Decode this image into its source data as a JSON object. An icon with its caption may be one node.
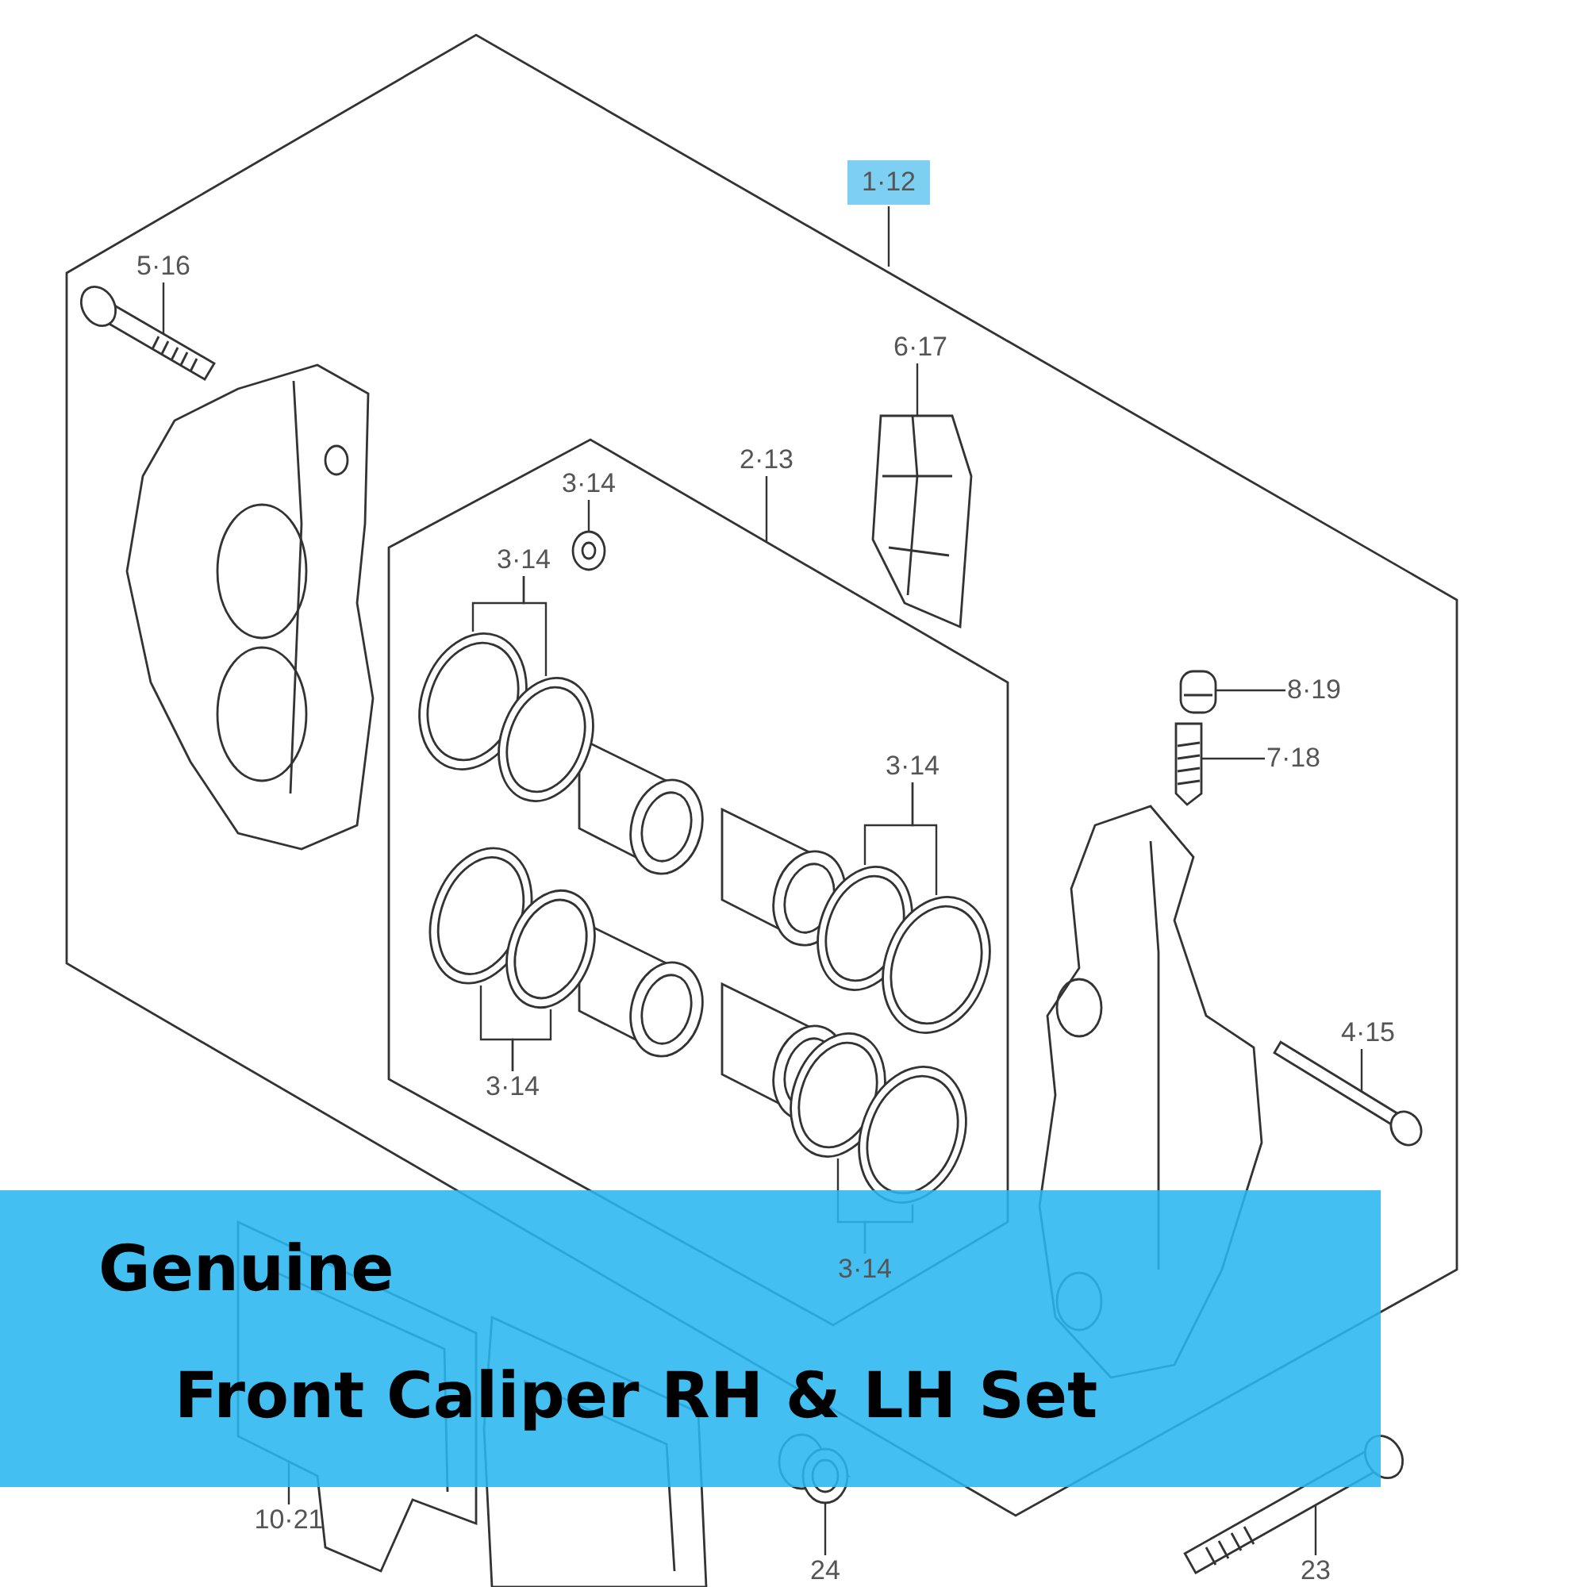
{
  "diagram": {
    "nodes": [
      {
        "text": [
          "1·12"
        ]
      },
      {
        "text": [],
        "shape": "box"
      },
      {
        "text": [
          "5·16"
        ],
        "in": 1
      },
      {
        "text": [],
        "shape": "picture",
        "in": 1
      },
      {
        "text": [
          "6·17"
        ],
        "in": 1
      },
      {
        "text": [],
        "shape": "picture",
        "in": 1
      },
      {
        "text": [
          "2·13"
        ],
        "in": 1
      },
      {
        "text": [],
        "shape": "box",
        "in": 1
      },
      {
        "text": [
          "3·14"
        ],
        "in": 7
      },
      {
        "text": [],
        "shape": "picture",
        "in": 7
      },
      {
        "text": [
          "3·14"
        ],
        "in": 7
      },
      {
        "text": [],
        "shape": "picture",
        "in": 7
      },
      {
        "text": [],
        "shape": "picture",
        "in": 7
      },
      {
        "text": [
          "3·14"
        ],
        "in": 7
      },
      {
        "text": [],
        "shape": "picture",
        "in": 7
      },
      {
        "text": [],
        "shape": "picture",
        "in": 7
      },
      {
        "text": [
          "3·14"
        ],
        "in": 7
      },
      {
        "text": [],
        "shape": "picture",
        "in": 7
      },
      {
        "text": [],
        "shape": "picture",
        "in": 7
      },
      {
        "text": [
          "3·14"
        ],
        "in": 7
      },
      {
        "text": [],
        "shape": "picture",
        "in": 7
      },
      {
        "text": [],
        "shape": "picture",
        "in": 7
      },
      {
        "text": [
          "8·19"
        ],
        "in": 1
      },
      {
        "text": [],
        "shape": "picture",
        "in": 1
      },
      {
        "text": [
          "7·18"
        ],
        "in": 1
      },
      {
        "text": [],
        "shape": "picture",
        "in": 1
      },
      {
        "text": [
          "4·15"
        ],
        "in": 1
      },
      {
        "text": [],
        "shape": "bar",
        "in": 1
      },
      {
        "text": [
          "10·21"
        ]
      },
      {
        "text": [],
        "shape": "picture"
      },
      {
        "text": [
          "24"
        ]
      },
      {
        "text": [],
        "shape": "cylinder"
      },
      {
        "text": [
          "23"
        ]
      },
      {
        "text": [],
        "shape": "picture"
      }
    ],
    "edges": [
      {
        "from": 0,
        "to": 1,
        "arrow": "none"
      },
      {
        "from": 2,
        "to": 3,
        "arrow": "none"
      },
      {
        "from": 4,
        "to": 5,
        "arrow": "none"
      },
      {
        "from": 6,
        "to": 7,
        "arrow": "none"
      },
      {
        "from": 8,
        "to": 9,
        "arrow": "none"
      },
      {
        "from": 10,
        "to": 11,
        "arrow": "none"
      },
      {
        "from": 10,
        "to": 12,
        "arrow": "none"
      },
      {
        "from": 13,
        "to": 14,
        "arrow": "none"
      },
      {
        "from": 13,
        "to": 15,
        "arrow": "none"
      },
      {
        "from": 16,
        "to": 17,
        "arrow": "none"
      },
      {
        "from": 16,
        "to": 18,
        "arrow": "none"
      },
      {
        "from": 19,
        "to": 20,
        "arrow": "none"
      },
      {
        "from": 19,
        "to": 21,
        "arrow": "none"
      },
      {
        "from": 22,
        "to": 23,
        "arrow": "none"
      },
      {
        "from": 24,
        "to": 25,
        "arrow": "none"
      },
      {
        "from": 26,
        "to": 27,
        "arrow": "none"
      },
      {
        "from": 28,
        "to": 29,
        "arrow": "none"
      },
      {
        "from": 30,
        "to": 31,
        "arrow": "none"
      },
      {
        "from": 32,
        "to": 33,
        "arrow": "none"
      }
    ],
    "labels": [
      "Genuine",
      "Front Caliper RH & LH Set"
    ]
  }
}
